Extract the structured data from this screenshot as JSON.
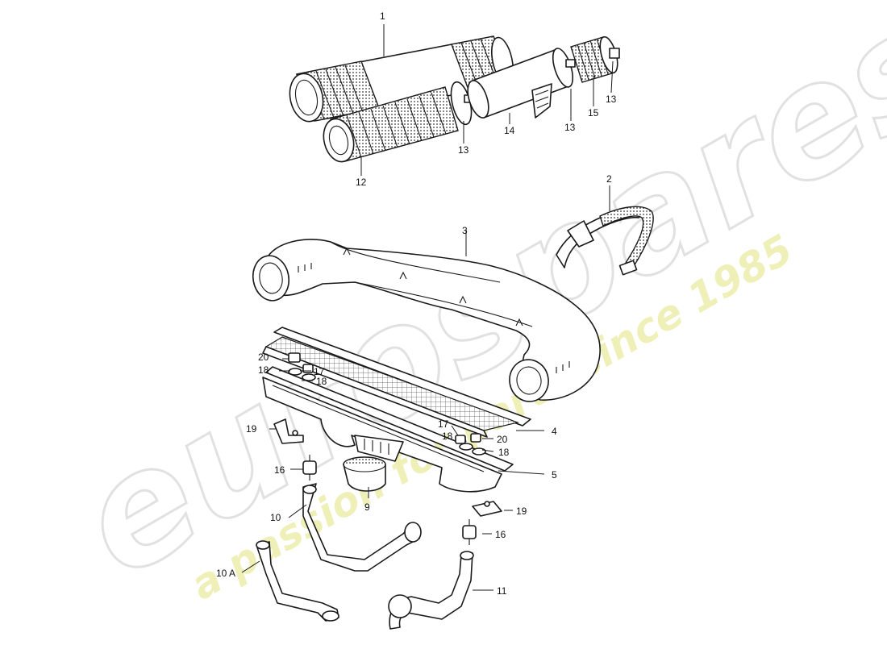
{
  "watermark": {
    "brand": "eurospares",
    "tagline": "a passion for parts since 1985",
    "colors": {
      "brand_outline": "#c9c9c9",
      "tagline": "#e6e58a"
    }
  },
  "callouts": {
    "c1": "1",
    "c2": "2",
    "c3": "3",
    "c4": "4",
    "c5": "5",
    "c9": "9",
    "c10": "10",
    "c10a": "10 A",
    "c11": "11",
    "c12": "12",
    "c13a": "13",
    "c13b": "13",
    "c13c": "13",
    "c14": "14",
    "c15": "15",
    "c16a": "16",
    "c16b": "16",
    "c17a": "17",
    "c17b": "17",
    "c18a": "18",
    "c18b": "18",
    "c18c": "18",
    "c18d": "18",
    "c19a": "19",
    "c19b": "19",
    "c20a": "20",
    "c20b": "20"
  }
}
